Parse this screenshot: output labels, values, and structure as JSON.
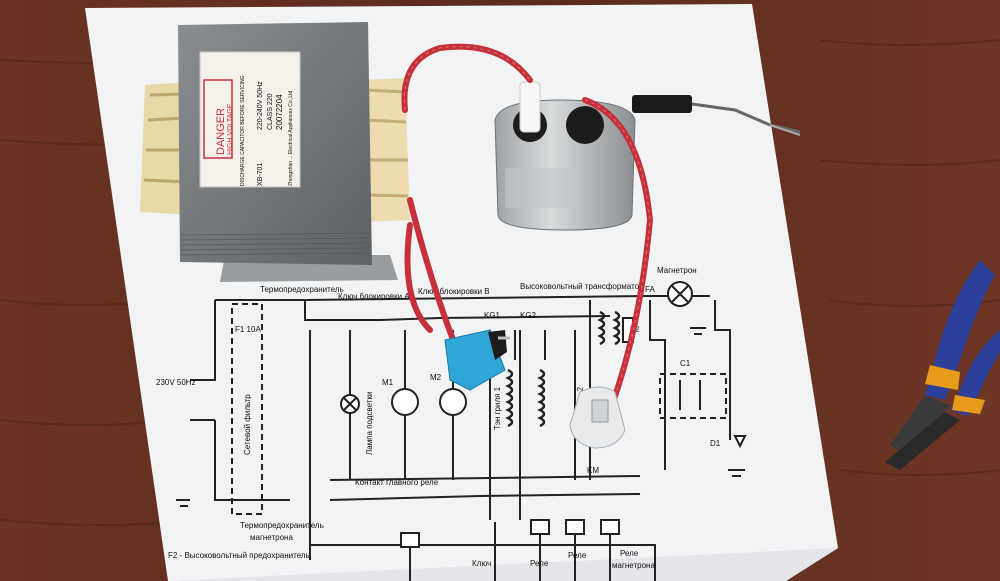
{
  "transformer": {
    "label_line1": "DANGER",
    "label_line2": "HIGH VOLTAGE",
    "label_line3": "DISCHARGE CAPACITOR BEFORE SERVICING",
    "model": "XB-701",
    "rating": "220-240V 50Hz",
    "class": "CLASS 220",
    "serial": "20072204",
    "maker": "Zhongshan ... Electrical Appliances Co.,Ltd"
  },
  "schematic": {
    "labels": {
      "thermo_fuse": "Термопредохранитель",
      "switch_a": "Ключ блокировки А",
      "switch_b": "Ключ блокировки В",
      "hv_transformer": "Высоковольтный трансформатор",
      "magnetron": "Магнетрон",
      "fa": "FA",
      "f1": "F1 10A",
      "kg1": "KG1",
      "kg2": "KG2",
      "m1": "M1",
      "m2": "M2",
      "f2": "F2",
      "c1": "C1",
      "d1": "D1",
      "mains": "230V 50Hz",
      "net_filter": "Сетевой фильтр",
      "lamp": "Лампа подсветки",
      "grill1": "Тэн гриля 1",
      "grill2": "Тэн гриля 2",
      "main_relay_contact": "Контакт главного реле",
      "km": "KM",
      "thermo_fuse_mag1": "Термопредохранитель",
      "thermo_fuse_mag2": "магнетрона",
      "hv_fuse": "F2 - Высоковольтный предохранитель",
      "key": "Ключ",
      "relay1": "Реле",
      "relay2": "Реле",
      "relay3": "Реле",
      "relay3b": "магнетрона"
    }
  },
  "colors": {
    "table": "#5a2a1c",
    "paper": "#f2f3f5",
    "wire": "#c6303a",
    "fuse_holder": "#2fa6d6",
    "pliers_handle": "#2c3f9a",
    "pliers_accent": "#e89a1a"
  }
}
